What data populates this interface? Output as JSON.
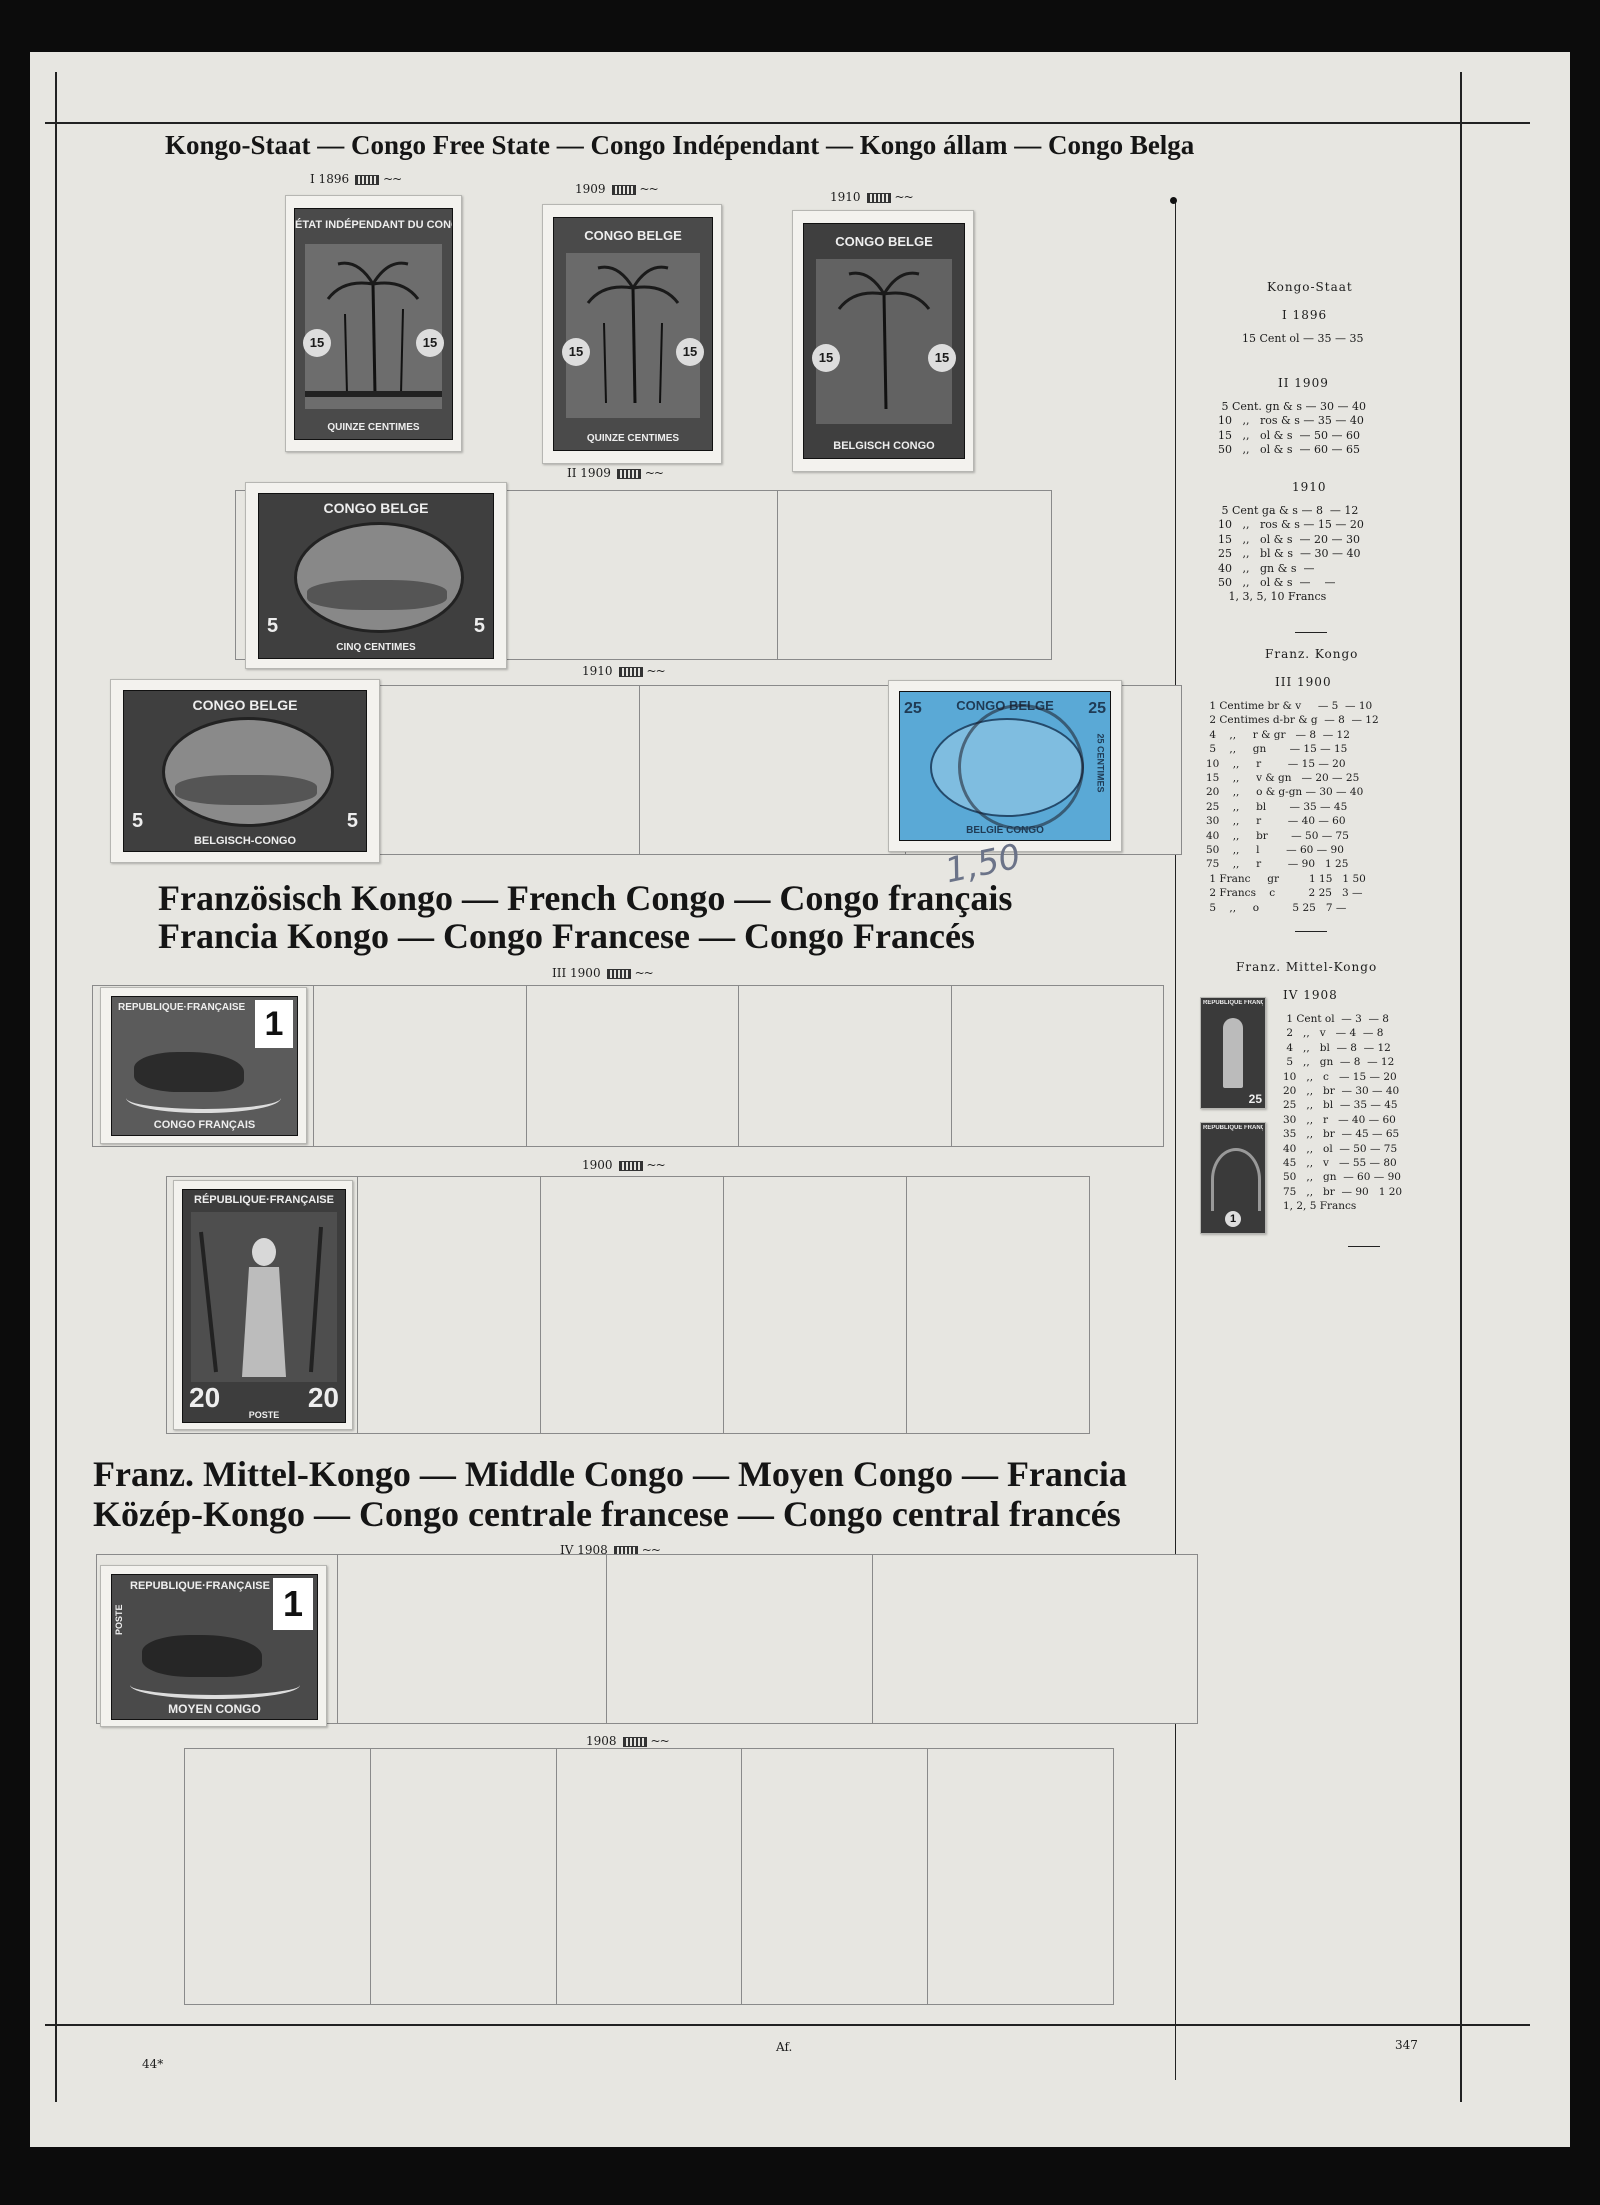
{
  "headings": {
    "kongo": "Kongo-Staat — Congo Free State — Congo Indépendant — Kongo állam — Congo Belga",
    "french_1": "Französisch Kongo — French Congo — Congo français",
    "french_2": "Francia Kongo — Congo Francese — Congo Francés",
    "middle_1": "Franz. Mittel-Kongo — Middle Congo — Moyen Congo — Francia",
    "middle_2": "Közép-Kongo — Congo centrale francese — Congo central francés"
  },
  "issue_labels": {
    "i1896": "I 1896",
    "y1909a": "1909",
    "y1910a": "1910",
    "ii1909": "II 1909",
    "y1910b": "1910",
    "iii1900": "III 1900",
    "y1900": "1900",
    "iv1908": "IV 1908",
    "y1908": "1908"
  },
  "stamps": {
    "s1_top": "ÉTAT INDÉPENDANT DU CONGO",
    "s1_bottom": "QUINZE CENTIMES",
    "s1_value": "15",
    "s2_top": "CONGO BELGE",
    "s2_bottom": "QUINZE CENTIMES",
    "s2_value": "15",
    "s3_top": "CONGO BELGE",
    "s3_bottom": "BELGISCH CONGO",
    "s3_value": "15",
    "s4_top": "CONGO BELGE",
    "s4_bottom": "CINQ CENTIMES",
    "s4_value": "5",
    "s5_top": "CONGO BELGE",
    "s5_bottom": "BELGISCH-CONGO",
    "s5_value": "5",
    "s6_top": "CONGO BELGE",
    "s6_bottom": "BELGIE CONGO",
    "s6_value": "25",
    "s6_side": "25 CENTIMES",
    "s7_top": "REPUBLIQUE·FRANÇAISE",
    "s7_bottom": "CONGO FRANÇAIS",
    "s7_value": "1",
    "s8_top": "RÉPUBLIQUE·FRANÇAISE",
    "s8_bottom": "POSTE",
    "s8_value": "20",
    "s9_top": "REPUBLIQUE·FRANÇAISE",
    "s9_bottom": "MOYEN CONGO",
    "s9_value": "1",
    "s9_side": "POSTE",
    "m1_top": "RÉPUBLIQUE FRANÇAISE",
    "m1_value": "25",
    "m2_top": "RÉPUBLIQUE FRANÇAISE",
    "m2_value": "1"
  },
  "pencil_note": "1,50",
  "catalog": {
    "kongo_title": "Kongo-Staat",
    "kongo_i": "I 1896",
    "kongo_i_rows": "15 Cent ol — 35 — 35",
    "kongo_ii": "II 1909",
    "kongo_ii_rows": " 5 Cent. gn & s — 30 — 40\n10   ,,   ros & s — 35 — 40\n15   ,,   ol & s  — 50 — 60\n50   ,,   ol & s  — 60 — 65",
    "kongo_1910": "1910",
    "kongo_1910_rows": " 5 Cent ga & s — 8  — 12\n10   ,,   ros & s — 15 — 20\n15   ,,   ol & s  — 20 — 30\n25   ,,   bl & s  — 30 — 40\n40   ,,   gn & s  —\n50   ,,   ol & s  —    —\n   1, 3, 5, 10 Francs",
    "franz_title": "Franz. Kongo",
    "franz_iii": "III 1900",
    "franz_rows": " 1 Centime br & v     — 5  — 10\n 2 Centimes d-br & g  — 8  — 12\n 4    ,,     r & gr   — 8  — 12\n 5    ,,     gn       — 15 — 15\n10    ,,     r        — 15 — 20\n15    ,,     v & gn   — 20 — 25\n20    ,,     o & g-gn — 30 — 40\n25    ,,     bl       — 35 — 45\n30    ,,     r        — 40 — 60\n40    ,,     br       — 50 — 75\n50    ,,     l        — 60 — 90\n75    ,,     r        — 90   1 25\n 1 Franc     gr         1 15   1 50\n 2 Francs    c          2 25   3 —\n 5    ,,     o          5 25   7 —",
    "mittel_title": "Franz. Mittel-Kongo",
    "mittel_iv": "IV 1908",
    "mittel_rows": " 1 Cent ol  — 3  — 8\n 2   ,,   v   — 4  — 8\n 4   ,,   bl  — 8  — 12\n 5   ,,   gn  — 8  — 12\n10   ,,   c   — 15 — 20\n20   ,,   br  — 30 — 40\n25   ,,   bl  — 35 — 45\n30   ,,   r   — 40 — 60\n35   ,,   br  — 45 — 65\n40   ,,   ol  — 50 — 75\n45   ,,   v   — 55 — 80\n50   ,,   gn  — 60 — 90\n75   ,,   br  — 90   1 20\n1, 2, 5 Francs"
  },
  "footer": {
    "left": "44*",
    "center": "Af.",
    "right": "347"
  },
  "colors": {
    "paper": "#e7e6e1",
    "ink": "#1c1c1c",
    "stamp_blue": "#5aa9d6",
    "background": "#0c0c0c"
  }
}
